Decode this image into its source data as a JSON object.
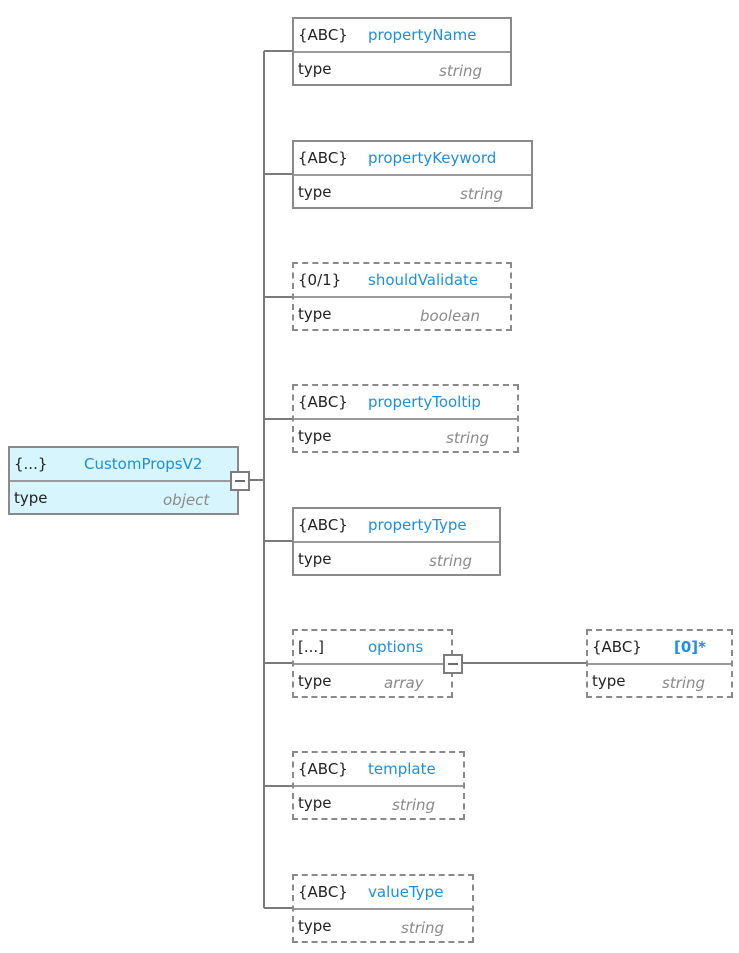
{
  "root": {
    "symbol": "{...}",
    "name": "CustomPropsV2",
    "type_label": "type",
    "type_value": "object"
  },
  "children": [
    {
      "symbol": "{ABC}",
      "name": "propertyName",
      "type_label": "type",
      "type_value": "string",
      "required": true
    },
    {
      "symbol": "{ABC}",
      "name": "propertyKeyword",
      "type_label": "type",
      "type_value": "string",
      "required": true
    },
    {
      "symbol": "{0/1}",
      "name": "shouldValidate",
      "type_label": "type",
      "type_value": "boolean",
      "required": false
    },
    {
      "symbol": "{ABC}",
      "name": "propertyTooltip",
      "type_label": "type",
      "type_value": "string",
      "required": false
    },
    {
      "symbol": "{ABC}",
      "name": "propertyType",
      "type_label": "type",
      "type_value": "string",
      "required": true
    },
    {
      "symbol": "[...]",
      "name": "options",
      "type_label": "type",
      "type_value": "array",
      "required": false
    },
    {
      "symbol": "{ABC}",
      "name": "template",
      "type_label": "type",
      "type_value": "string",
      "required": false
    },
    {
      "symbol": "{ABC}",
      "name": "valueType",
      "type_label": "type",
      "type_value": "string",
      "required": false
    }
  ],
  "options_item": {
    "symbol": "{ABC}",
    "name": "[0]*",
    "type_label": "type",
    "type_value": "string",
    "required": false
  }
}
